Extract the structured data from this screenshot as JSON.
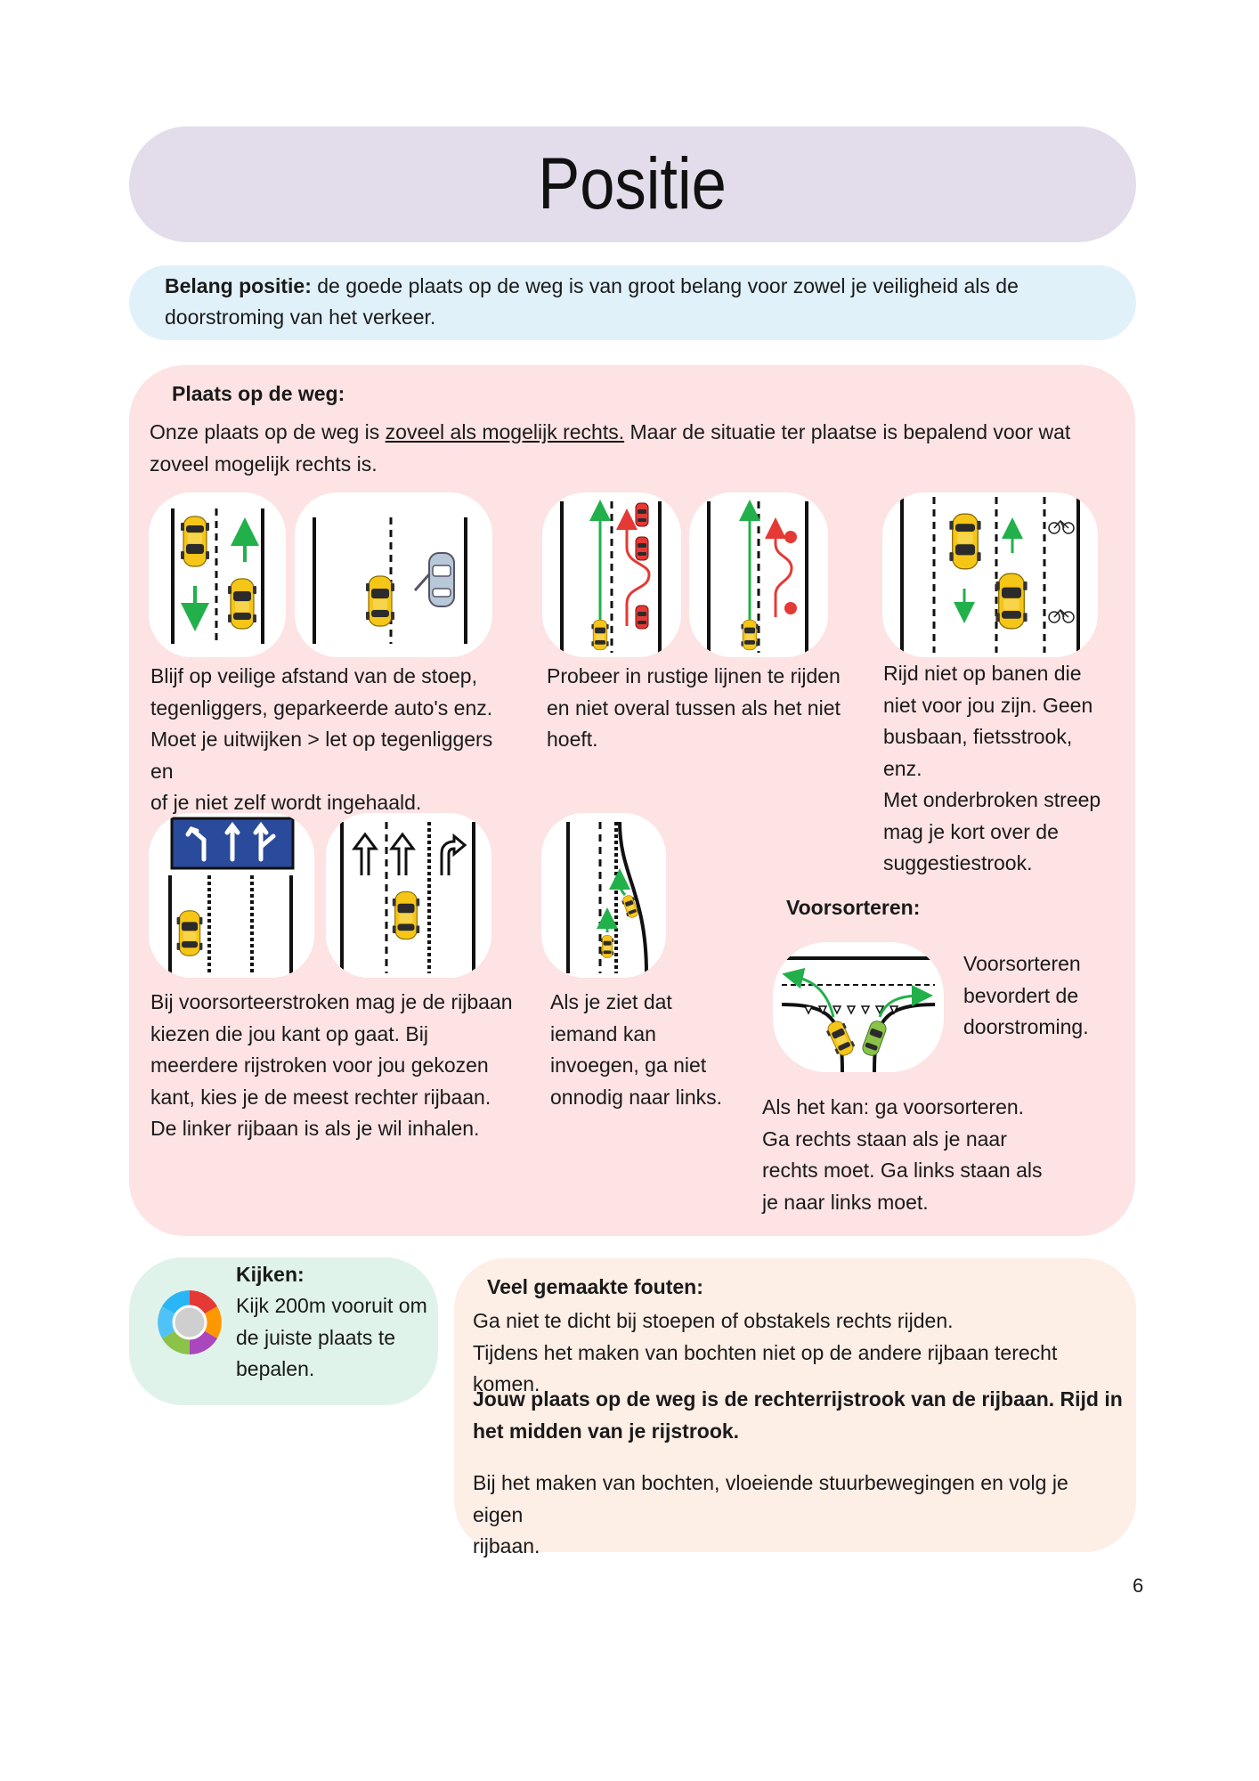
{
  "title": "Positie",
  "belang": {
    "label": "Belang positie:",
    "text": " de goede plaats op de weg is van groot belang voor zowel je veiligheid als de doorstroming van het verkeer."
  },
  "plaats": {
    "heading": "Plaats op de weg:",
    "intro_before": "Onze plaats op de weg is ",
    "intro_underline": "zoveel als mogelijk rechts.",
    "intro_after": " Maar de situatie ter plaatse is bepalend voor wat zoveel mogelijk rechts is.",
    "tip1": [
      "Blijf op veilige afstand van de stoep,",
      "tegenliggers, geparkeerde auto's enz.",
      "Moet je uitwijken > let op tegenliggers en",
      "of je niet zelf wordt ingehaald."
    ],
    "tip2": [
      "Probeer in rustige lijnen te rijden",
      "en niet overal tussen als het niet",
      "hoeft."
    ],
    "tip3": [
      "Rijd niet op banen die",
      "niet voor jou zijn. Geen",
      "busbaan, fietsstrook, enz.",
      "Met onderbroken streep",
      "mag je kort over de",
      "suggestiestrook."
    ],
    "tip4": [
      "Bij voorsorteerstroken mag je de rijbaan",
      "kiezen die jou kant op gaat. Bij",
      "meerdere rijstroken voor jou gekozen",
      "kant, kies je de meest rechter rijbaan.",
      "De linker rijbaan is als je wil inhalen."
    ],
    "tip5": [
      "Als je ziet dat",
      "iemand kan",
      "invoegen, ga niet",
      "onnodig naar links."
    ],
    "voorsorteren_heading": "Voorsorteren:",
    "voorsorteren_side": [
      "Voorsorteren",
      "bevordert de",
      "doorstroming."
    ],
    "voorsorteren_text": [
      "Als het kan: ga voorsorteren.",
      "Ga rechts staan als je naar",
      "rechts moet. Ga links staan als",
      "je naar links moet."
    ]
  },
  "kijken": {
    "heading": "Kijken:",
    "text": [
      "Kijk 200m vooruit om",
      "de juiste plaats te",
      "bepalen."
    ]
  },
  "fouten": {
    "heading": "Veel gemaakte fouten:",
    "lines": [
      "Ga niet te dicht bij stoepen of obstakels rechts rijden.",
      "Tijdens het maken van bochten niet op de andere rijbaan terecht komen."
    ],
    "bold_lines": [
      "Jouw plaats op de weg is de rechterrijstrook van de rijbaan. Rijd in",
      "het midden van je rijstrook."
    ],
    "last_lines": [
      "Bij het maken van bochten, vloeiende stuurbewegingen en volg je eigen",
      "rijbaan."
    ]
  },
  "page_number": "6",
  "colors": {
    "title_bg": "#e3dcea",
    "belang_bg": "#e1f1f9",
    "plaats_bg": "#fde3e4",
    "kijken_bg": "#e0f3ea",
    "fouten_bg": "#fdeee6",
    "car_yellow": "#f5c518",
    "arrow_green": "#22b04a",
    "arrow_red": "#e53935",
    "sign_blue": "#2a4a9c"
  },
  "icons": [
    "car-icon",
    "arrow-icon",
    "bicycle-icon",
    "road-sign-icon",
    "lane-arrow-icon",
    "colorful-circle-icon"
  ]
}
